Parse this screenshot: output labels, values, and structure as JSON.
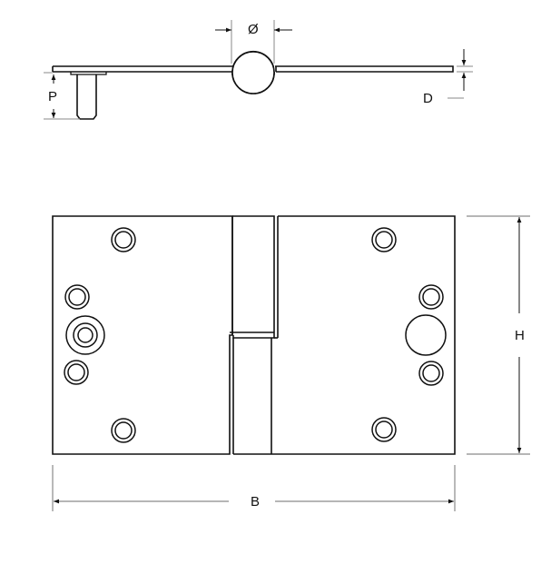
{
  "drawing": {
    "title": "Lift-off hinge technical drawing",
    "views": [
      "side-view",
      "front-view"
    ],
    "colors": {
      "outline": "#111111",
      "dimension_line": "#8a8a8a",
      "background": "#ffffff"
    }
  },
  "dimensions": {
    "diameter": {
      "label": "Ø",
      "meaning": "knuckle diameter"
    },
    "pin": {
      "label": "P",
      "meaning": "pin projection"
    },
    "thickness": {
      "label": "D",
      "meaning": "leaf thickness"
    },
    "height": {
      "label": "H",
      "meaning": "hinge height"
    },
    "width": {
      "label": "B",
      "meaning": "hinge open width"
    }
  },
  "front_view": {
    "left_leaf": {
      "screw_holes": 4,
      "pin_boss": 1
    },
    "right_leaf": {
      "screw_holes": 4,
      "pin_hole": 1
    }
  }
}
